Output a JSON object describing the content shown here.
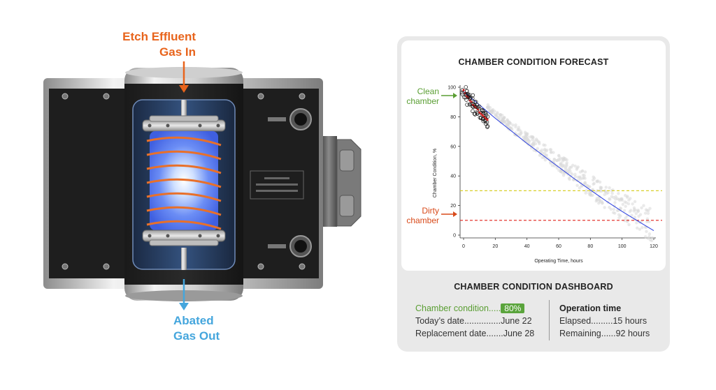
{
  "labels": {
    "gas_in": "Etch Effluent Gas In",
    "gas_in_line1": "Etch Effluent",
    "gas_in_line2": "Gas In",
    "gas_out_line1": "Abated",
    "gas_out_line2": "Gas Out"
  },
  "colors": {
    "gas_in": "#e8641c",
    "gas_out": "#45a6dd",
    "clean": "#5a9e33",
    "dirty": "#d84a1a",
    "fit_line": "#2b3fe0",
    "warn_line": "#d8cf2a",
    "dirty_line": "#e0201a"
  },
  "chart": {
    "title": "CHAMBER CONDITION FORECAST",
    "clean_label_1": "Clean",
    "clean_label_2": "chamber",
    "dirty_label_1": "Dirty",
    "dirty_label_2": "chamber"
  },
  "chart_data": {
    "type": "scatter",
    "title": "CHAMBER CONDITION FORECAST",
    "xlabel": "Operating Time, hours",
    "ylabel": "Chamber Condition, %",
    "xlim": [
      0,
      120
    ],
    "ylim": [
      0,
      100
    ],
    "xticks": [
      0,
      20,
      40,
      60,
      80,
      100,
      120
    ],
    "yticks": [
      0,
      20,
      40,
      60,
      80,
      100
    ],
    "forecast_curve": {
      "x": [
        0,
        10,
        20,
        30,
        40,
        50,
        60,
        70,
        80,
        90,
        100,
        110,
        120
      ],
      "y": [
        97,
        88,
        79,
        70.5,
        62,
        54,
        46,
        38,
        30.5,
        23,
        16,
        9.5,
        3
      ]
    },
    "measured_points": {
      "x": [
        0,
        1,
        2,
        3,
        4,
        5,
        6,
        7,
        8,
        9,
        10,
        11,
        12,
        13,
        14,
        15
      ],
      "y": [
        98,
        96,
        94,
        93,
        91,
        90,
        88,
        87,
        86,
        85,
        83,
        82,
        81,
        80,
        79,
        78
      ]
    },
    "threshold_lines": [
      {
        "y": 30,
        "color": "#d8cf2a"
      },
      {
        "y": 10,
        "color": "#e0201a"
      }
    ],
    "grid": false
  },
  "dashboard": {
    "title": "CHAMBER CONDITION DASHBOARD",
    "condition_label": "Chamber condition.....",
    "condition_value": "80%",
    "today_label": "Today’s date...............",
    "today_value": "June 22",
    "replacement_label": "Replacement date.......",
    "replacement_value": "June 28",
    "operation_title": "Operation time",
    "elapsed_label": "Elapsed.........",
    "elapsed_value": "15 hours",
    "remaining_label": "Remaining......",
    "remaining_value": "92 hours"
  }
}
